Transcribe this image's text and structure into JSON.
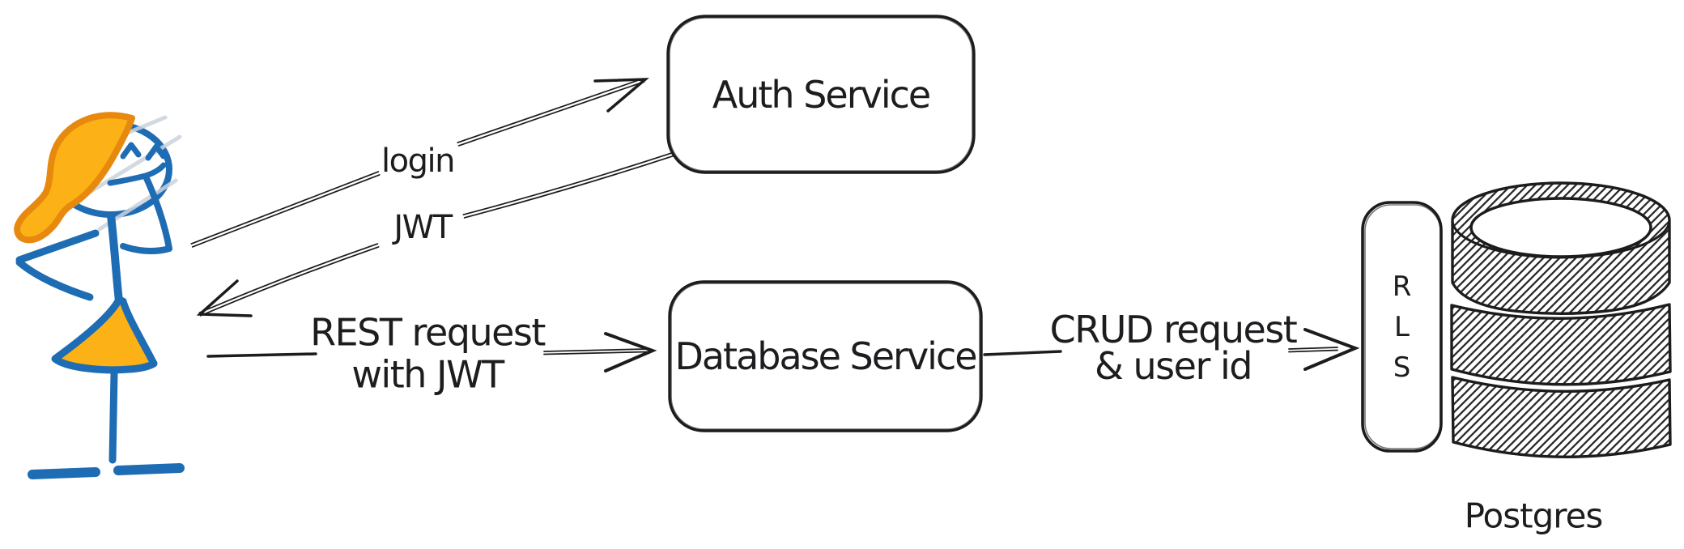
{
  "colors": {
    "ink": "#1c1c1e",
    "figure_blue": "#1e6cb3",
    "orange_fill": "#fcb216",
    "orange_stroke": "#e8890f",
    "sketch_gray": "#ccd3dc",
    "background": "#ffffff"
  },
  "nodes": {
    "auth": {
      "label": "Auth Service"
    },
    "db": {
      "label": "Database Service"
    },
    "rls": {
      "letters": [
        "R",
        "L",
        "S"
      ]
    },
    "postgres_caption": "Postgres"
  },
  "edges": {
    "login": {
      "label": "login"
    },
    "jwt": {
      "label": "JWT"
    },
    "rest": {
      "line1": "REST request",
      "line2": "with JWT"
    },
    "crud": {
      "line1": "CRUD request",
      "line2": "& user id"
    }
  }
}
